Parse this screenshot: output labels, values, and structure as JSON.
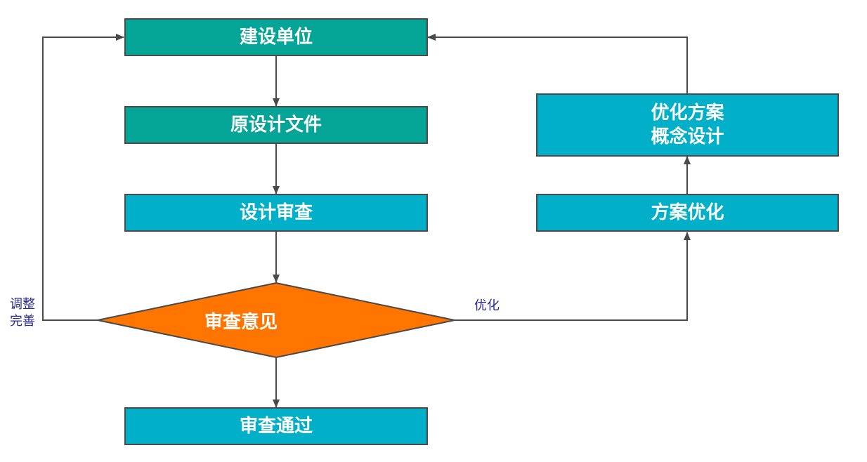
{
  "nodes": {
    "owner": "建设单位",
    "original_docs": "原设计文件",
    "design_review": "设计审查",
    "review_opinion": "审查意见",
    "approved": "审查通过",
    "scheme_opt": "方案优化",
    "opt_line1": "优化方案",
    "opt_line2": "概念设计"
  },
  "edge_labels": {
    "adjust_line1": "调整",
    "adjust_line2": "完善",
    "optimize": "优化"
  },
  "colors": {
    "teal": "#04a596",
    "cyan": "#01afc8",
    "decision": "#ff7500",
    "line": "#4a4a4a"
  }
}
